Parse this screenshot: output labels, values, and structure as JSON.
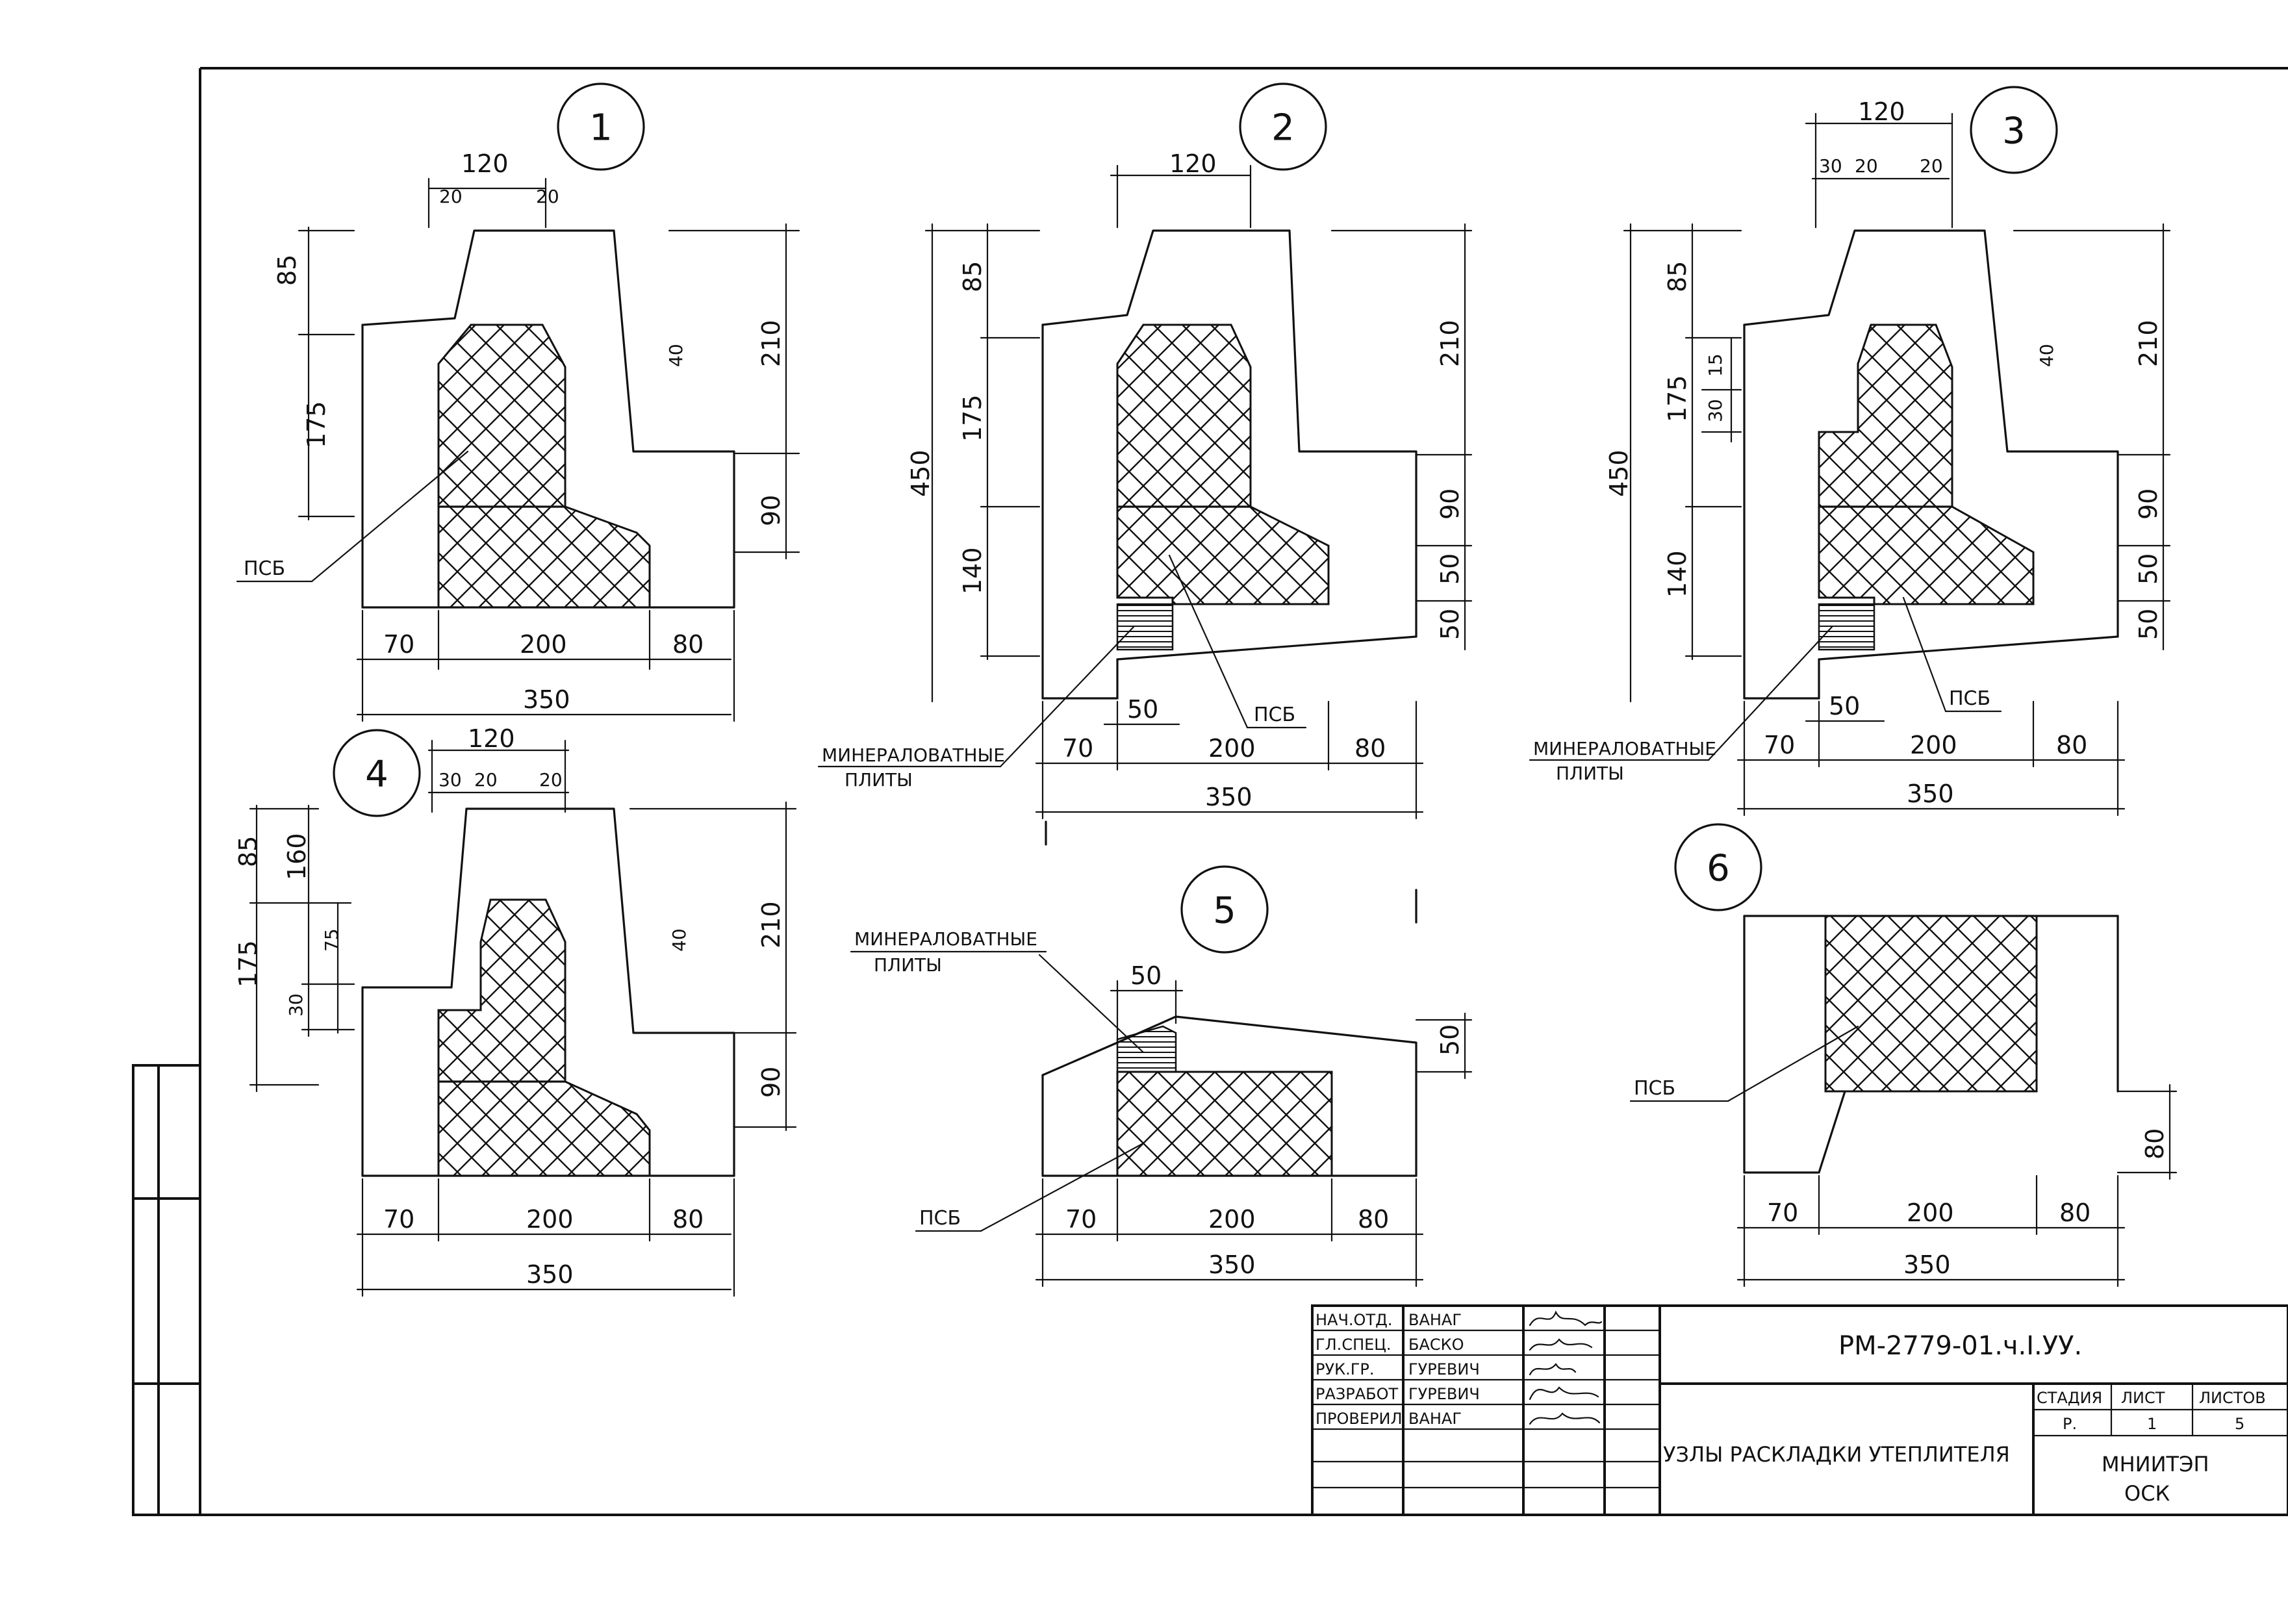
{
  "details": [
    {
      "number": "1",
      "top_dims": [
        "120",
        "20",
        "20"
      ],
      "left_dims": [
        "85",
        "175"
      ],
      "right_dims": [
        "210",
        "40",
        "90"
      ],
      "bottom_dims": [
        "70",
        "200",
        "80"
      ],
      "total": "350",
      "labels": [
        "ПСБ"
      ]
    },
    {
      "number": "2",
      "top_dims": [
        "120"
      ],
      "left_dims": [
        "450",
        "85",
        "175",
        "140"
      ],
      "right_dims": [
        "210",
        "90",
        "50",
        "50"
      ],
      "bottom_dims": [
        "50",
        "70",
        "200",
        "80"
      ],
      "total": "350",
      "labels": [
        "ПСБ",
        "МИНЕРАЛОВАТНЫЕ",
        "ПЛИТЫ"
      ]
    },
    {
      "number": "3",
      "top_dims": [
        "120",
        "30",
        "20",
        "20"
      ],
      "left_dims": [
        "450",
        "85",
        "175",
        "15",
        "30",
        "140"
      ],
      "right_dims": [
        "210",
        "40",
        "90",
        "50",
        "50"
      ],
      "bottom_dims": [
        "50",
        "70",
        "200",
        "80"
      ],
      "total": "350",
      "labels": [
        "ПСБ",
        "МИНЕРАЛОВАТНЫЕ",
        "ПЛИТЫ"
      ]
    },
    {
      "number": "4",
      "top_dims": [
        "120",
        "30",
        "20",
        "20"
      ],
      "left_dims": [
        "85",
        "175",
        "160",
        "75",
        "30"
      ],
      "right_dims": [
        "210",
        "40",
        "90"
      ],
      "bottom_dims": [
        "70",
        "200",
        "80"
      ],
      "total": "350",
      "labels": []
    },
    {
      "number": "5",
      "top_dims": [
        "50"
      ],
      "left_dims": [],
      "right_dims": [
        "50"
      ],
      "bottom_dims": [
        "70",
        "200",
        "80"
      ],
      "total": "350",
      "labels": [
        "МИНЕРАЛОВАТНЫЕ",
        "ПЛИТЫ",
        "ПСБ"
      ]
    },
    {
      "number": "6",
      "top_dims": [],
      "left_dims": [],
      "right_dims": [
        "80"
      ],
      "bottom_dims": [
        "70",
        "200",
        "80"
      ],
      "total": "350",
      "labels": [
        "ПСБ"
      ]
    }
  ],
  "title_block": {
    "doc_code": "РМ-2779-01.ч.I.УУ.",
    "sheet_title": "УЗЛЫ РАСКЛАДКИ УТЕПЛИТЕЛЯ",
    "org_line1": "МНИИТЭП",
    "org_line2": "ОСК",
    "stage_label": "СТАДИЯ",
    "sheet_label": "ЛИСТ",
    "sheets_label": "ЛИСТОВ",
    "stage": "Р.",
    "sheet_no": "1",
    "sheets_total": "5",
    "roles": [
      "НАЧ.ОТД.",
      "ГЛ.СПЕЦ.",
      "РУК.ГР.",
      "РАЗРАБОТ",
      "ПРОВЕРИЛ"
    ],
    "names": [
      "ВАНАГ",
      "БАСКО",
      "ГУРЕВИЧ",
      "ГУРЕВИЧ",
      "ВАНАГ"
    ]
  },
  "colors": {
    "ink": "#111111",
    "paper": "#ffffff"
  }
}
